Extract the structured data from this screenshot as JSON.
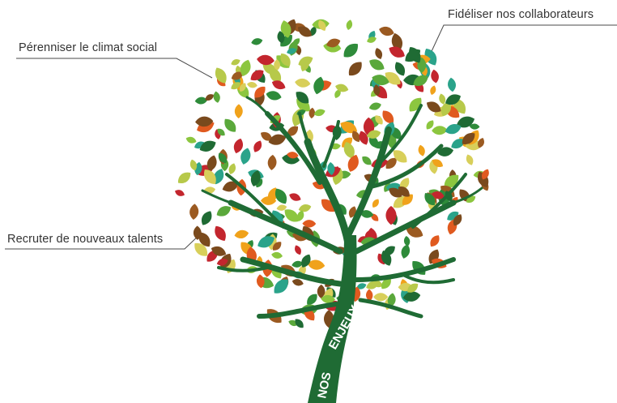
{
  "callouts": {
    "perenniser": "Pérenniser le climat social",
    "fideliser": "Fidéliser nos collaborateurs",
    "recruter": "Recruter de nouveaux talents"
  },
  "trunk_text": {
    "line1": "NOS",
    "line2": "ENJEUX"
  },
  "colors": {
    "trunk": "#1f6b34",
    "leader_line": "#4a4a4a",
    "leaf_palette": [
      "#2e8b3a",
      "#5aa83b",
      "#8cc63f",
      "#1f6b34",
      "#c3262e",
      "#e05a1f",
      "#f0a21b",
      "#9b5a21",
      "#7a4a1d",
      "#2aa38a",
      "#b7c94a",
      "#d8cf5a"
    ]
  }
}
